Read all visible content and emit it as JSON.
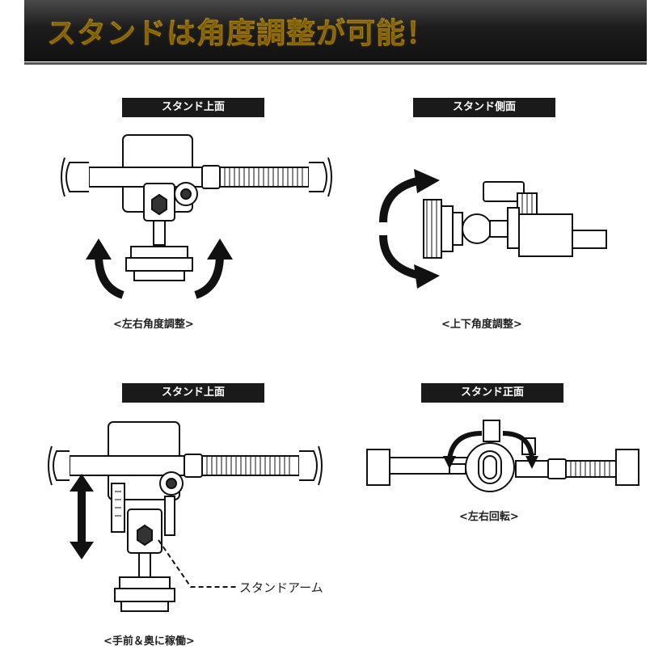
{
  "header": {
    "title": "スタンドは角度調整が可能！"
  },
  "panels": [
    {
      "label": "スタンド上面",
      "caption": "<左右角度調整>"
    },
    {
      "label": "スタンド側面",
      "caption": "<上下角度調整>"
    },
    {
      "label": "スタンド上面",
      "caption": "<手前＆奥に稼働>",
      "annotation": "スタンドアーム"
    },
    {
      "label": "スタンド正面",
      "caption": "<左右回転>"
    }
  ],
  "icons": {
    "arrow": "curved-arrow-icon",
    "double_arrow": "vertical-double-arrow-icon"
  },
  "colors": {
    "header_bg": "#1c1c1c",
    "title_gold": "#f3c43a",
    "pill_bg": "#1a1a1a",
    "arrow": "#1a1a1a"
  }
}
